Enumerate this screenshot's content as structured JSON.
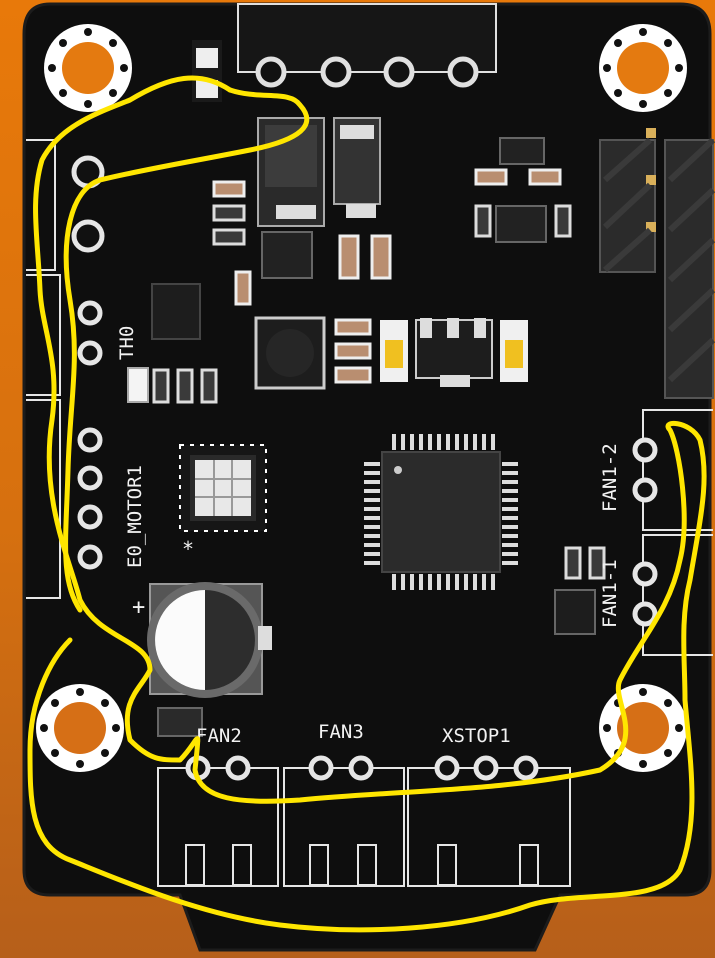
{
  "board": {
    "labels": {
      "th0": "TH0",
      "e0_motor1": "E0_MOTOR1",
      "fan1_2": "FAN1-2",
      "fan1_1": "FAN1-1",
      "fan2": "FAN2",
      "fan3": "FAN3",
      "xstop1": "XSTOP1",
      "plus": "+",
      "star": "*"
    }
  },
  "colors": {
    "background": "#d9741a",
    "pcb": "#101010",
    "silkscreen": "#f2f2f2",
    "copper": "#d8d8d8",
    "annotation_stroke": "#ffe600"
  }
}
